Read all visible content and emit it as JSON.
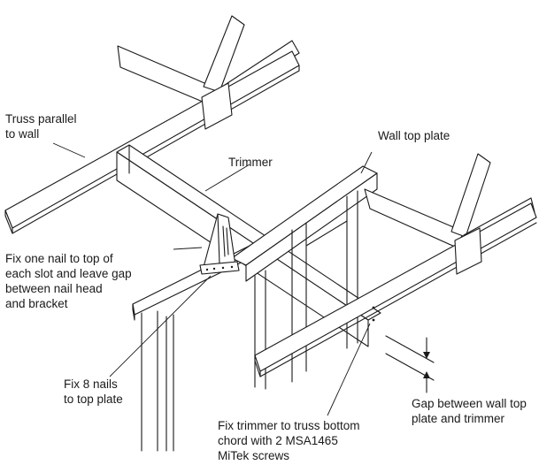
{
  "labels": {
    "truss_parallel": [
      "Truss parallel",
      "to wall"
    ],
    "wall_top_plate": [
      "Wall top plate"
    ],
    "trimmer": [
      "Trimmer"
    ],
    "fix_one_nail": [
      "Fix one nail to top of",
      "each slot and leave gap",
      "between nail head",
      "and bracket"
    ],
    "fix_8_nails": [
      "Fix 8 nails",
      "to top plate"
    ],
    "fix_trimmer": [
      "Fix trimmer to truss bottom",
      "chord with 2 MSA1465",
      "MiTek screws"
    ],
    "gap": [
      "Gap between wall top",
      "plate and trimmer"
    ]
  }
}
